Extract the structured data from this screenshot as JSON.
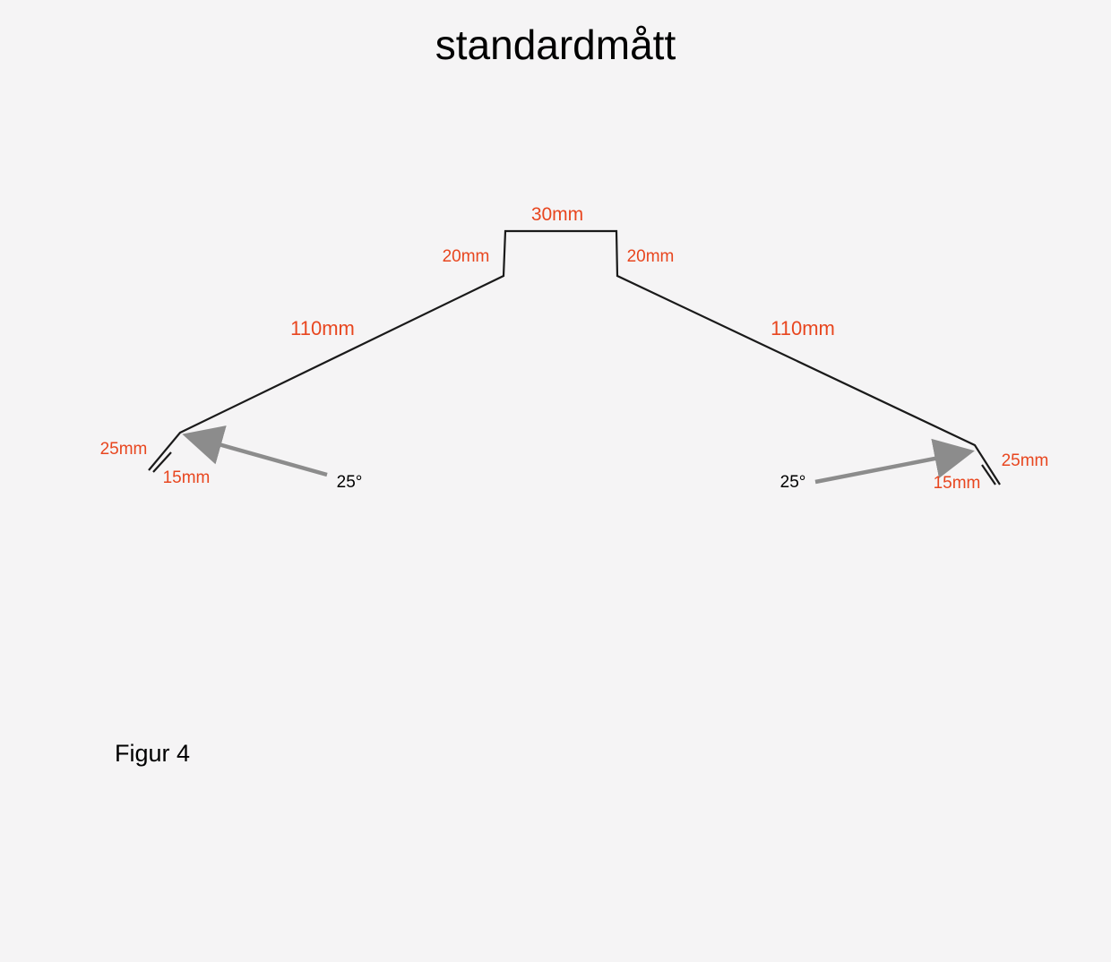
{
  "title": "standardmått",
  "caption": "Figur 4",
  "dimensions": {
    "top_width": "30mm",
    "left_riser": "20mm",
    "right_riser": "20mm",
    "left_slope": "110mm",
    "right_slope": "110mm",
    "left_fold_outer": "25mm",
    "left_fold_inner": "15mm",
    "right_fold_outer": "25mm",
    "right_fold_inner": "15mm"
  },
  "angles": {
    "left": "25°",
    "right": "25°"
  },
  "colors": {
    "dimension_text": "#e8461f",
    "profile_line": "#1a1a1a",
    "arrow": "#8c8c8c",
    "background": "#f5f4f5"
  }
}
